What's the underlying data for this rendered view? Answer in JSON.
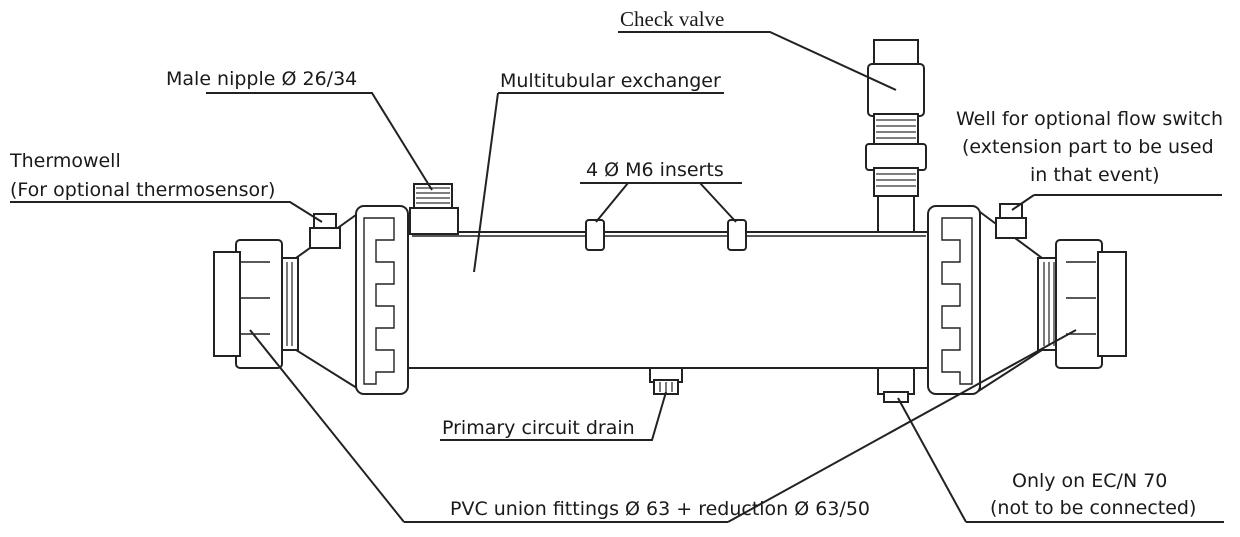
{
  "labels": {
    "check_valve": "Check valve",
    "male_nipple": "Male nipple Ø 26/34",
    "multitubular_exchanger": "Multitubular exchanger",
    "thermowell": "Thermowell",
    "thermowell_note": "(For optional thermosensor)",
    "m6_inserts": "4 Ø M6 inserts",
    "flow_switch_well_1": "Well for optional flow switch",
    "flow_switch_well_2": "(extension part to be used",
    "flow_switch_well_3": "in that event)",
    "primary_drain": "Primary circuit drain",
    "only_ec": "Only on EC/N 70",
    "not_connected": "(not to be connected)",
    "pvc_fittings": "PVC union fittings Ø 63 + reduction Ø 63/50"
  }
}
